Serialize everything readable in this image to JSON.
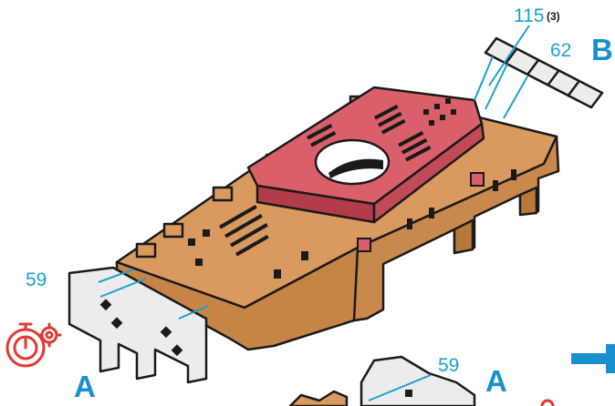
{
  "labels": {
    "part_115": "115",
    "part_115_qty": "(3)",
    "part_62": "62",
    "step_b": "B",
    "part_59_left": "59",
    "step_a_left": "A",
    "part_59_bottom": "59",
    "step_a_bottom": "A"
  },
  "colors": {
    "body": "#d89a5e",
    "body_dark": "#b87838",
    "top_plate": "#d9606a",
    "top_plate_dark": "#b23c48",
    "end_plate": "#ececec",
    "outline": "#1a1a1a",
    "callout": "#1aa0cc",
    "step_letter": "#1a8fd0",
    "timer_icon": "#e03a34"
  },
  "icons": [
    "stopwatch-gear-icon",
    "arrow-right-icon"
  ]
}
